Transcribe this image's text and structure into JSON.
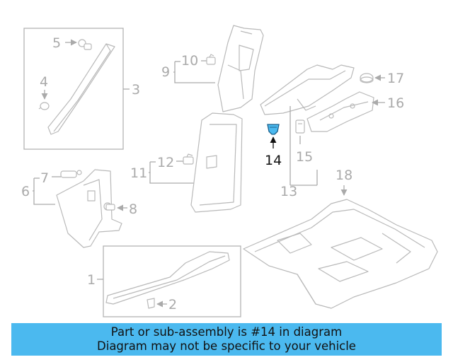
{
  "callouts": {
    "c1": "1",
    "c2": "2",
    "c3": "3",
    "c4": "4",
    "c5": "5",
    "c6": "6",
    "c7": "7",
    "c8": "8",
    "c9": "9",
    "c10": "10",
    "c11": "11",
    "c12": "12",
    "c13": "13",
    "c14": "14",
    "c15": "15",
    "c16": "16",
    "c17": "17",
    "c18": "18"
  },
  "highlight_part": "14",
  "colors": {
    "banner": "#4bb9ef",
    "highlight_part": "#4bb9ef",
    "line_art": "#b9b9b9"
  },
  "banner": {
    "line1": "Part or sub-assembly is #14 in diagram",
    "line2": "Diagram may not be specific to your vehicle"
  }
}
